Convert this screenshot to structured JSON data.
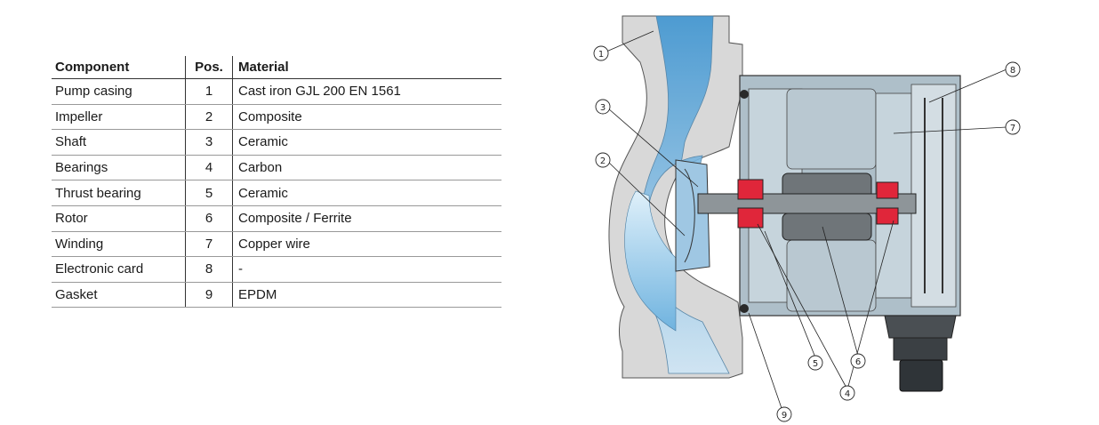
{
  "table": {
    "headers": [
      "Component",
      "Pos.",
      "Material"
    ],
    "rows": [
      {
        "component": "Pump casing",
        "pos": "1",
        "material": "Cast iron GJL 200 EN 1561"
      },
      {
        "component": "Impeller",
        "pos": "2",
        "material": "Composite"
      },
      {
        "component": "Shaft",
        "pos": "3",
        "material": "Ceramic"
      },
      {
        "component": "Bearings",
        "pos": "4",
        "material": "Carbon"
      },
      {
        "component": "Thrust bearing",
        "pos": "5",
        "material": "Ceramic"
      },
      {
        "component": "Rotor",
        "pos": "6",
        "material": "Composite / Ferrite"
      },
      {
        "component": "Winding",
        "pos": "7",
        "material": "Copper wire"
      },
      {
        "component": "Electronic card",
        "pos": "8",
        "material": "-"
      },
      {
        "component": "Gasket",
        "pos": "9",
        "material": "EPDM"
      }
    ]
  },
  "diagram": {
    "callouts": [
      "1",
      "2",
      "3",
      "4",
      "5",
      "6",
      "7",
      "8",
      "9"
    ],
    "colors": {
      "water": "#5aa9d9",
      "casing": "#d9d9d9",
      "motor_body": "#aebfc9",
      "bearing": "#e0263a",
      "terminal_box": "#2f3438"
    }
  }
}
